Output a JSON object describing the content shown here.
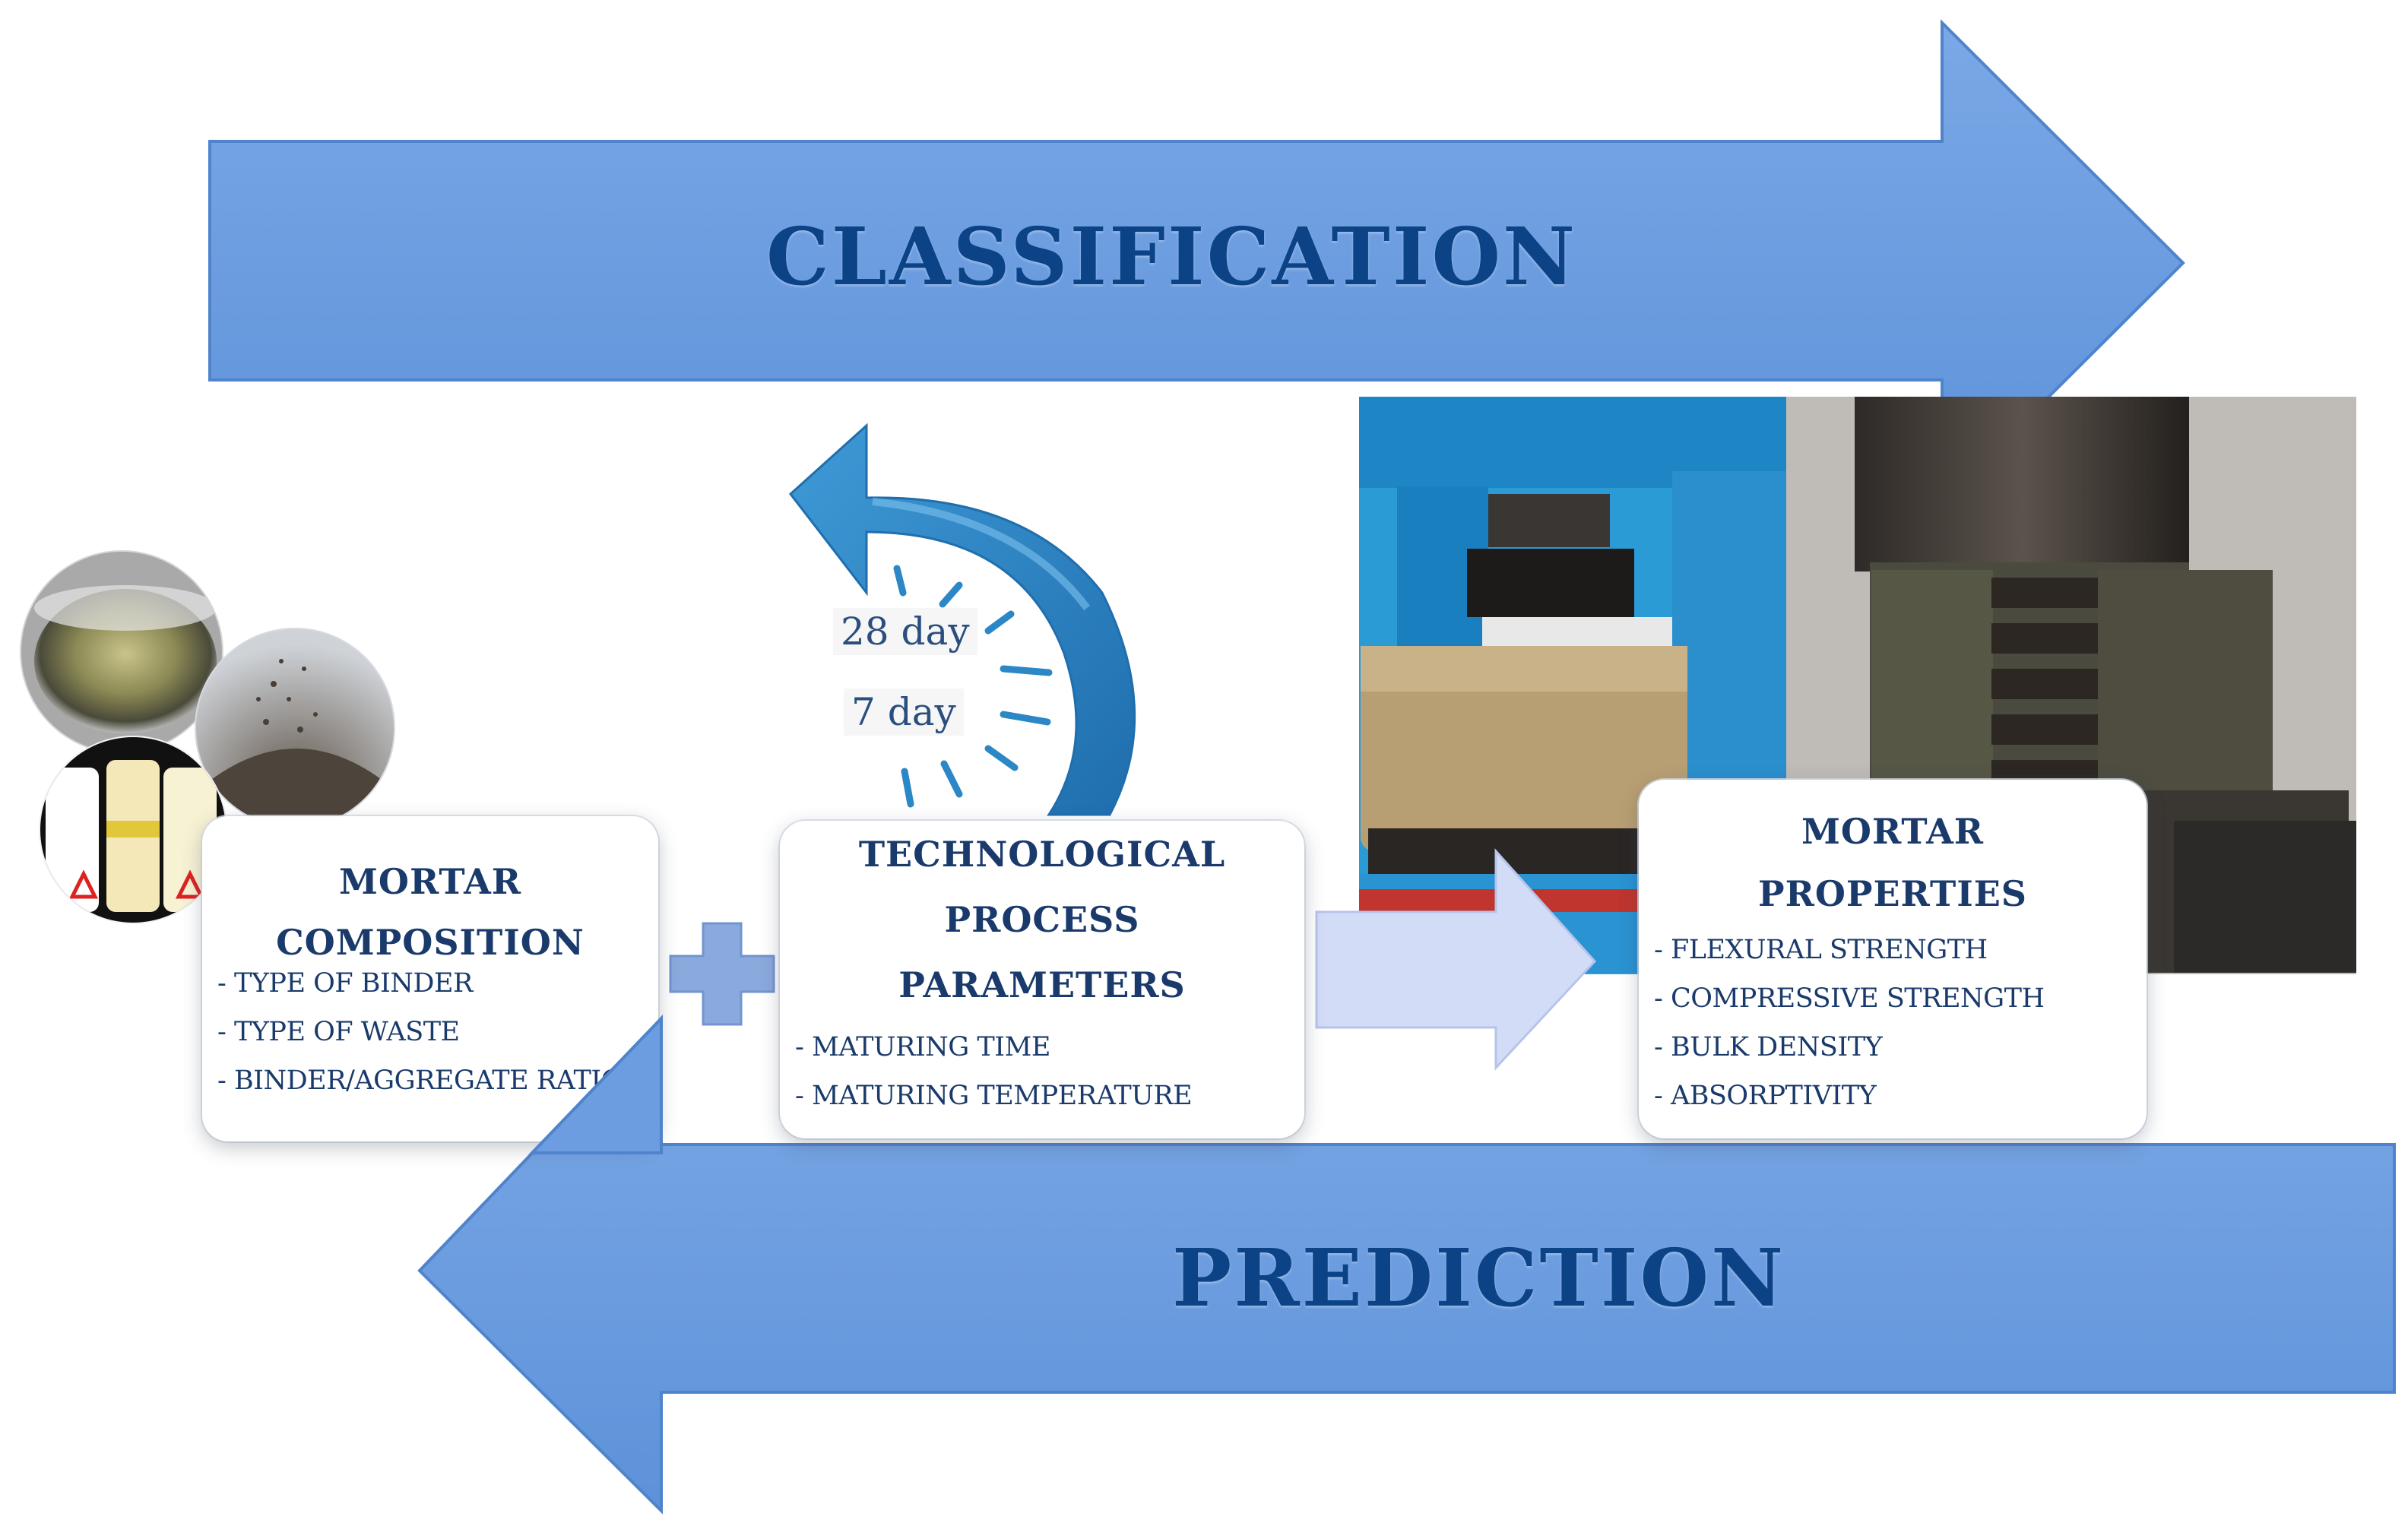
{
  "arrows": {
    "top_label": "CLASSIFICATION",
    "bottom_label": "PREDICTION"
  },
  "cycle": {
    "label_28": "28 day",
    "label_7": "7 day"
  },
  "boxes": {
    "composition": {
      "title_line1": "MORTAR",
      "title_line2": "COMPOSITION",
      "items": [
        "- TYPE OF BINDER",
        "- TYPE OF WASTE",
        "- BINDER/AGGREGATE RATIO"
      ]
    },
    "process": {
      "title_line1": "TECHNOLOGICAL",
      "title_line2": "PROCESS",
      "title_line3": "PARAMETERS",
      "items": [
        "- MATURING TIME",
        "- MATURING TEMPERATURE"
      ]
    },
    "properties": {
      "title_line1": "MORTAR",
      "title_line2": "PROPERTIES",
      "items": [
        "- FLEXURAL STRENGTH",
        "- COMPRESSIVE STRENGTH",
        "- BULK DENSITY",
        "- ABSORPTIVITY"
      ]
    }
  },
  "colors": {
    "arrow_blue": "#6b9de0",
    "arrow_stroke": "#4f84cc",
    "label_blue": "#0b4386",
    "plus_blue": "#8aa9dc",
    "small_arrow": "#d3dcf6",
    "cycle_blue": "#2c87c6"
  }
}
